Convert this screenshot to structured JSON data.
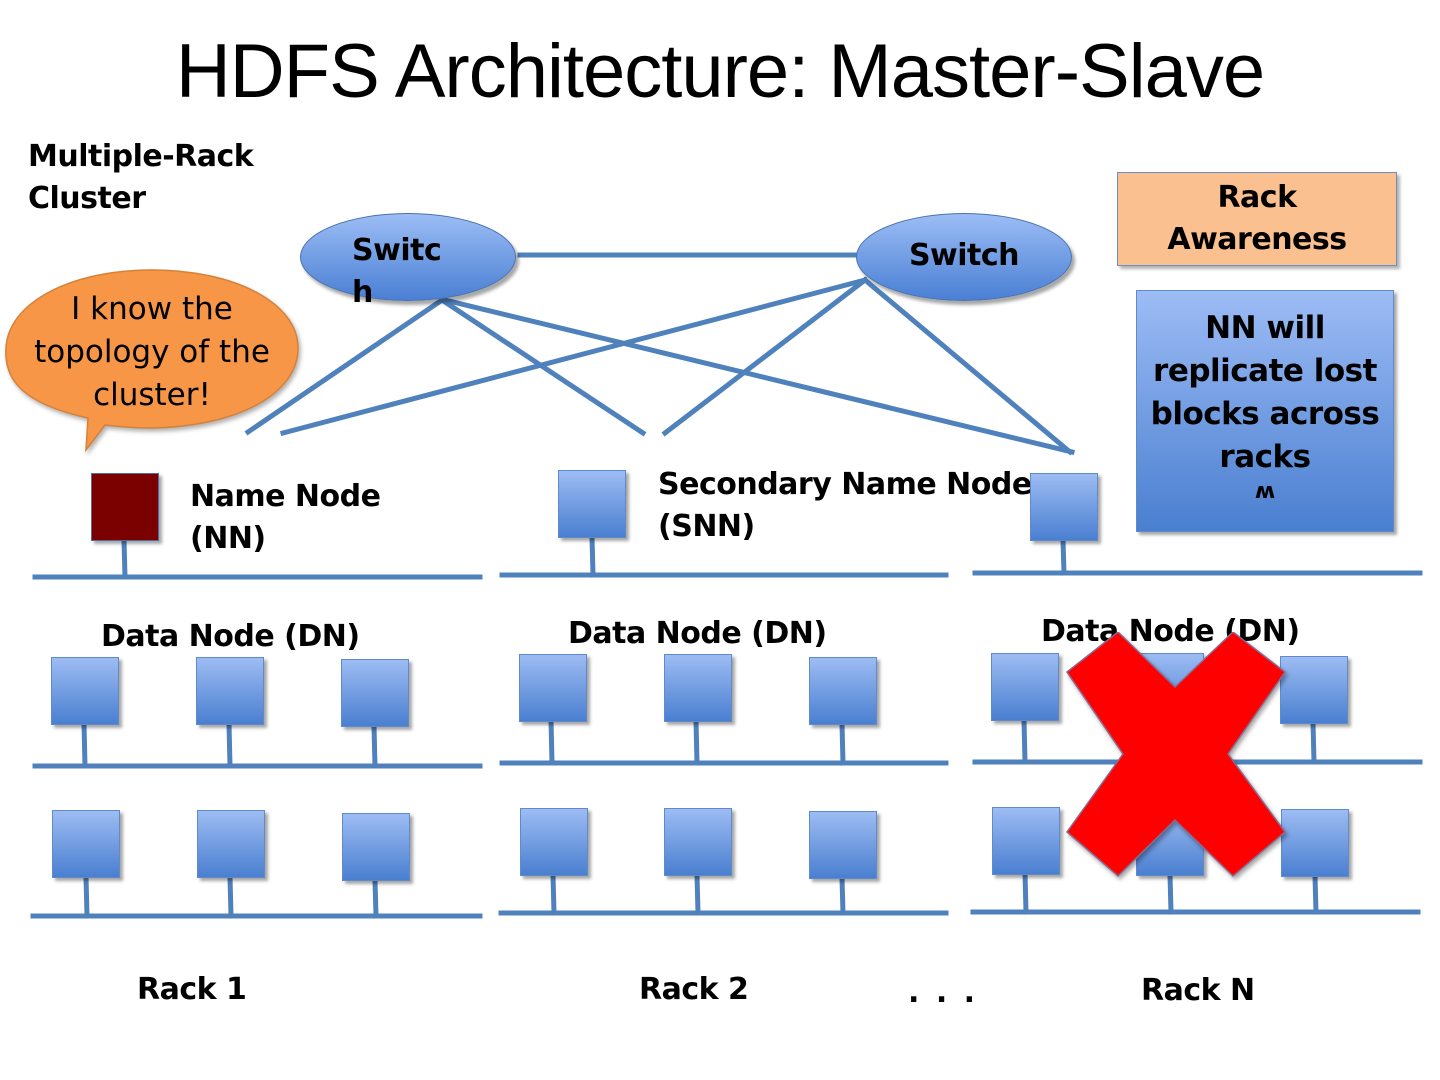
{
  "title": "HDFS Architecture: Master-Slave",
  "cluster_label": "Multiple-Rack\nCluster",
  "switches": [
    {
      "label": "Switc\nh"
    },
    {
      "label": "Switch"
    }
  ],
  "callout": {
    "text": "I know the topology of the cluster!",
    "color": "#f79646"
  },
  "rack_awareness": {
    "label": "Rack Awareness",
    "color": "#fac090"
  },
  "note_box": {
    "text": "NN will replicate lost blocks across racks",
    "symbol": "ʍ"
  },
  "name_node": {
    "label": "Name Node\n(NN)",
    "color": "#7b0000"
  },
  "secondary_name_node": {
    "label": "Secondary Name Node\n(SNN)"
  },
  "racks": [
    {
      "name": "Rack 1",
      "data_node_label": "Data Node (DN)",
      "failed": false
    },
    {
      "name": "Rack 2",
      "data_node_label": "Data Node (DN)",
      "failed": false
    },
    {
      "name": "Rack N",
      "data_node_label": "Data Node (DN)",
      "failed": true
    }
  ],
  "ellipsis": ". . .",
  "colors": {
    "node_fill": "#4f81bd",
    "line": "#4f81bd",
    "failure_x": "#ff0000"
  }
}
